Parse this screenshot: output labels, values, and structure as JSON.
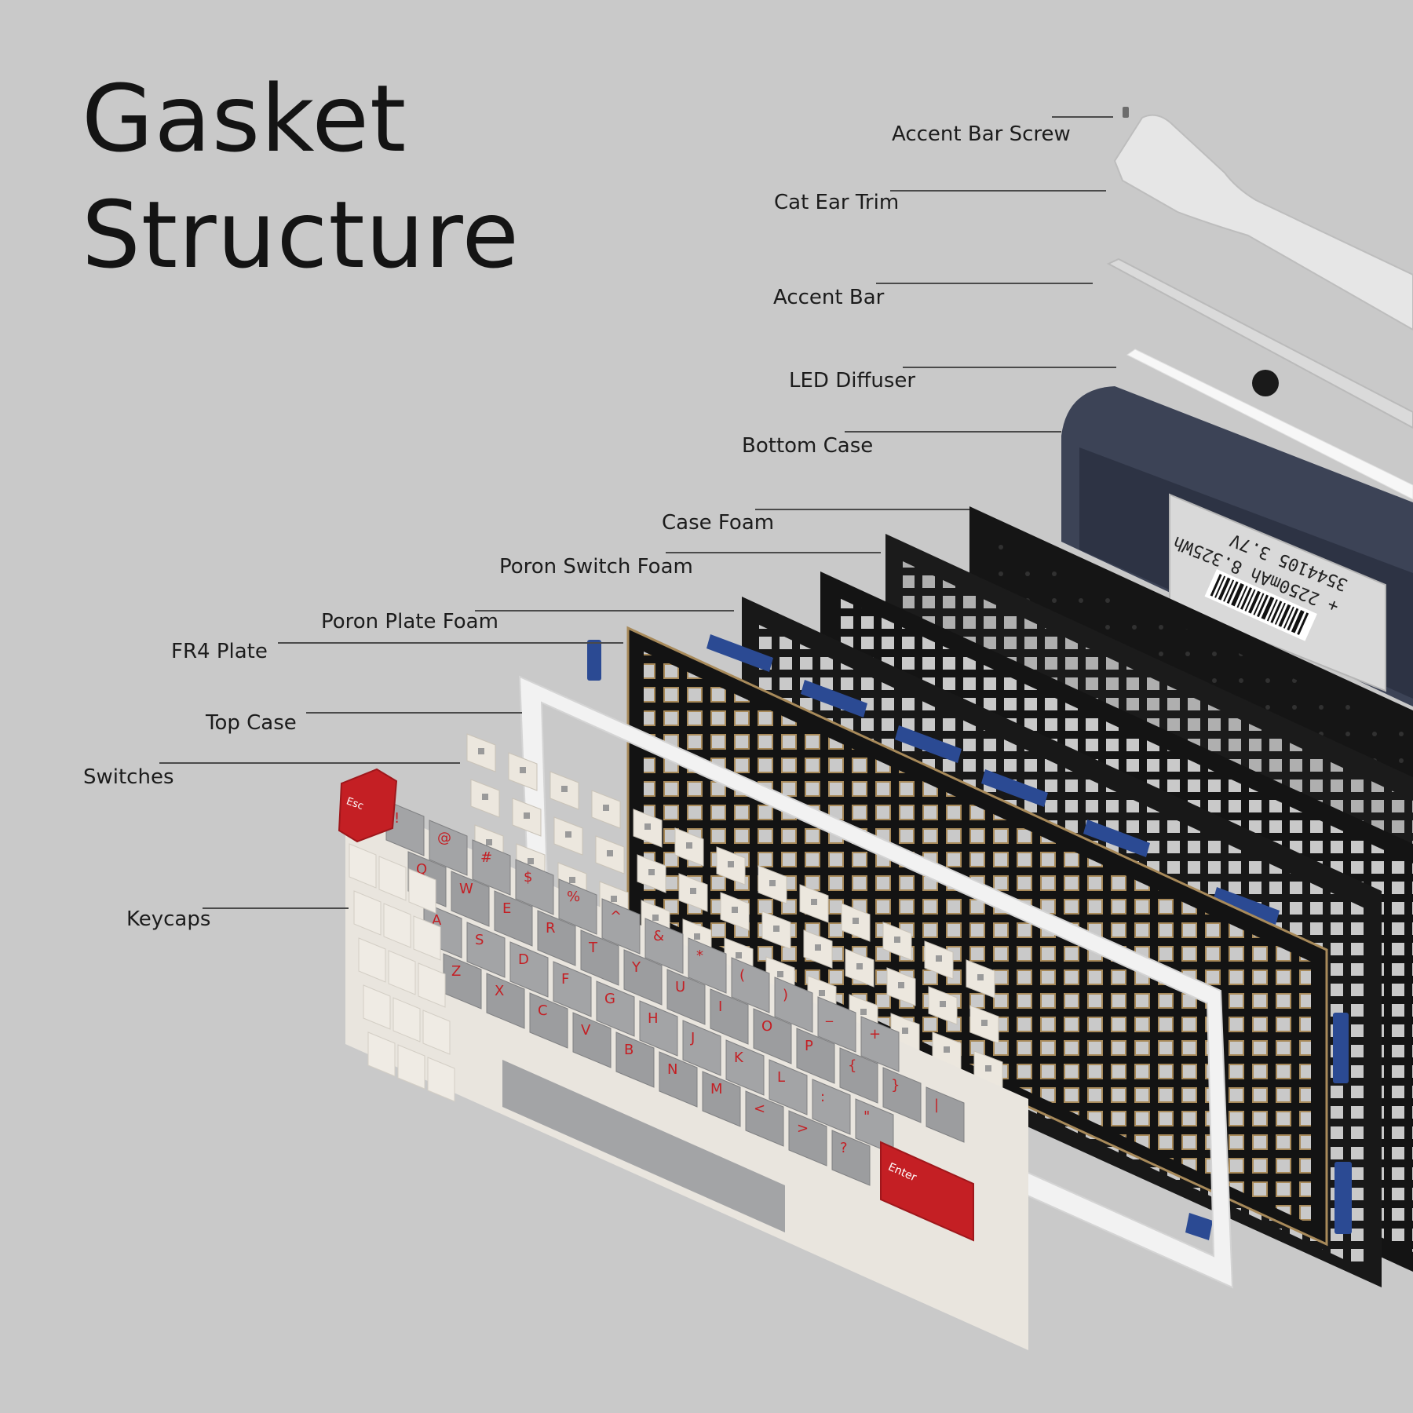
{
  "title": {
    "line1": "Gasket",
    "line2": "Structure"
  },
  "callouts": {
    "accent_bar_screw": "Accent Bar Screw",
    "cat_ear_trim": "Cat Ear Trim",
    "accent_bar": "Accent Bar",
    "led_diffuser": "LED Diffuser",
    "bottom_case": "Bottom Case",
    "case_foam": "Case Foam",
    "poron_switch_foam": "Poron Switch Foam",
    "poron_plate_foam": "Poron Plate Foam",
    "fr4_plate": "FR4 Plate",
    "top_case": "Top Case",
    "switches": "Switches",
    "keycaps": "Keycaps"
  },
  "battery": {
    "line1": "+ 2250mAh 8.325Wh",
    "line2": "3544105 3.7V"
  },
  "keys": {
    "esc": "Esc",
    "enter": "Enter",
    "row_numbers": [
      "!",
      "@",
      "#",
      "$",
      "%",
      "^",
      "&",
      "*",
      "(",
      ")",
      "_",
      "+"
    ],
    "row_q": [
      "Q",
      "W",
      "E",
      "R",
      "T",
      "Y",
      "U",
      "I",
      "O",
      "P",
      "{",
      "}",
      "|"
    ],
    "row_a": [
      "A",
      "S",
      "D",
      "F",
      "G",
      "H",
      "J",
      "K",
      "L",
      ":",
      "\""
    ],
    "row_z": [
      "Z",
      "X",
      "C",
      "V",
      "B",
      "N",
      "M",
      "<",
      ">",
      "?"
    ]
  },
  "colors": {
    "background": "#c9c9c9",
    "accent_red": "#c41f24",
    "key_gray": "#9fa0a2",
    "key_white": "#ece8e1",
    "stabilizer_blue": "#2b4a93",
    "case_navy": "#3c4356",
    "plate_gold": "#a88a5a",
    "layer_black": "#161616"
  }
}
